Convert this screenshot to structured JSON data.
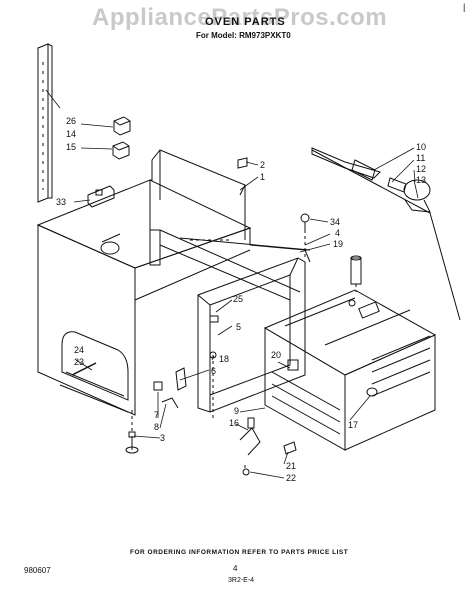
{
  "watermark": "AppliancePartsPros.com",
  "header": {
    "title": "OVEN PARTS",
    "model_line": "For Model: RM973PXKT0",
    "corner_mark": "|"
  },
  "callouts": [
    "26",
    "14",
    "15",
    "33",
    "2",
    "1",
    "10",
    "11",
    "12",
    "13",
    "34",
    "4",
    "19",
    "25",
    "5",
    "20",
    "24",
    "23",
    "18",
    "6",
    "7",
    "8",
    "3",
    "9",
    "16",
    "17",
    "21",
    "22"
  ],
  "footer": {
    "ordering_info": "FOR ORDERING INFORMATION REFER TO PARTS PRICE LIST",
    "doc_code": "980607",
    "page_number": "4",
    "stamp": "3R2-E-4"
  },
  "colors": {
    "ink": "#111111",
    "watermark": "#c9c9c9"
  }
}
